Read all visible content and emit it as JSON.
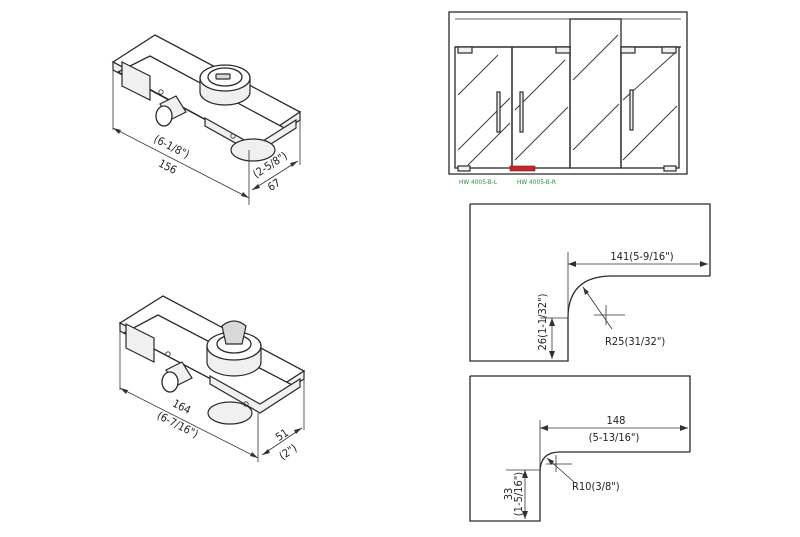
{
  "clamp_top": {
    "dim_length_mm": "156",
    "dim_length_in": "(6-1/8\")",
    "dim_width_mm": "67",
    "dim_width_in": "(2-5/8\")"
  },
  "clamp_bottom": {
    "dim_length_mm": "164",
    "dim_length_in": "(6-7/16\")",
    "dim_width_mm": "51",
    "dim_width_in": "(2\")"
  },
  "door_elevation": {
    "label_left": "HW 4005-B-L",
    "label_right": "HW 4005-B-R",
    "label_color": "#2f8f3a",
    "marker_color": "#c0282d"
  },
  "profile_top": {
    "width": "141(5-9/16\")",
    "height": "26(1-1/32\")",
    "radius": "R25(31/32\")"
  },
  "profile_bottom": {
    "width_mm": "148",
    "width_in": "(5-13/16\")",
    "height_mm": "33",
    "height_in": "(1-5/16\")",
    "radius": "R10(3/8\")"
  }
}
